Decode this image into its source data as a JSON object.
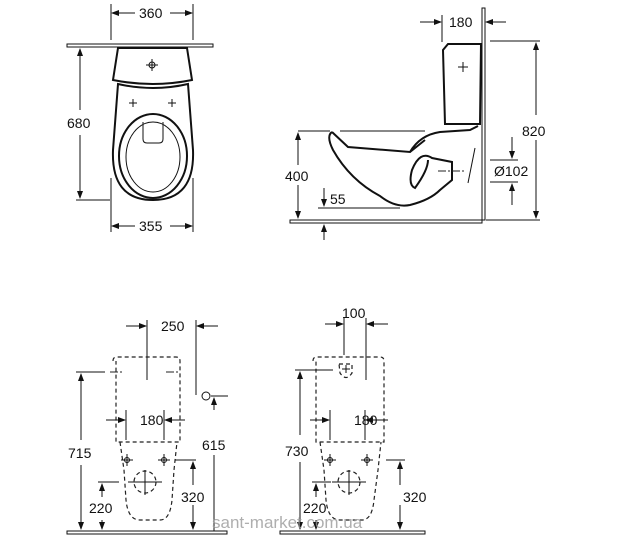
{
  "top_view": {
    "width_top": "360",
    "depth": "680",
    "width_bottom": "355"
  },
  "side_view": {
    "tank_depth": "180",
    "total_height": "820",
    "seat_height": "400",
    "floor_clearance": "55",
    "outlet_diameter": "Ø102"
  },
  "fixing_view_1": {
    "width": "250",
    "height": "715",
    "tank_fix_spacing": "180",
    "supply_height": "615",
    "bolt_height": "320",
    "outlet_height": "220"
  },
  "fixing_view_2": {
    "offset": "100",
    "height": "730",
    "tank_fix_spacing": "180",
    "bolt_height": "320",
    "outlet_height": "220"
  },
  "watermark": "sant-market.com.ua"
}
